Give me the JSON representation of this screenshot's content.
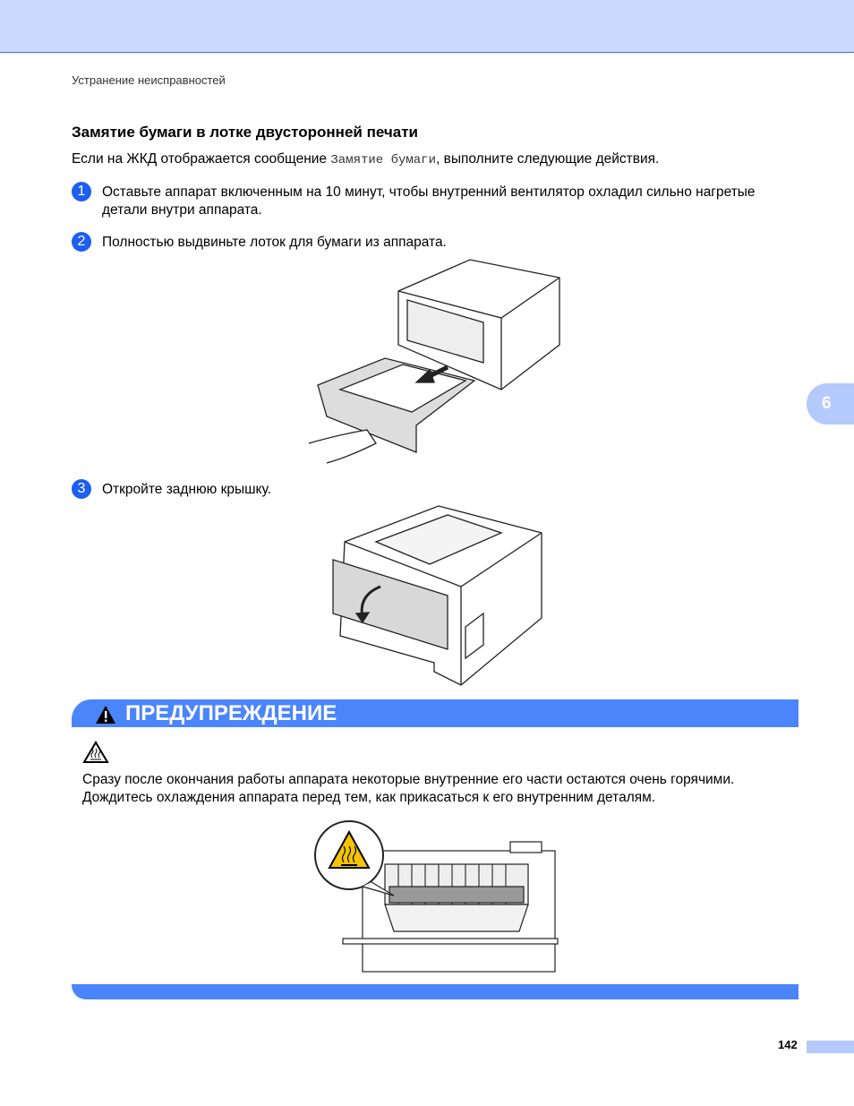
{
  "header": {
    "breadcrumb": "Устранение неисправностей"
  },
  "section": {
    "title": "Замятие бумаги в лотке двусторонней печати",
    "intro_before": "Если на ЖКД отображается сообщение ",
    "intro_code": "Замятие бумаги",
    "intro_after": ", выполните следующие действия."
  },
  "steps": [
    {
      "number": "1",
      "text": "Оставьте аппарат включенным на 10 минут, чтобы внутренний вентилятор охладил сильно нагретые детали внутри аппарата."
    },
    {
      "number": "2",
      "text": "Полностью выдвиньте лоток для бумаги из аппарата."
    },
    {
      "number": "3",
      "text": "Откройте заднюю крышку."
    }
  ],
  "chapter_tab": "6",
  "warning": {
    "title": "ПРЕДУПРЕЖДЕНИЕ",
    "text": "Сразу после окончания работы аппарата некоторые внутренние его части остаются очень горячими. Дождитесь охлаждения аппарата перед тем, как прикасаться к его внутренним деталям."
  },
  "page_number": "142"
}
